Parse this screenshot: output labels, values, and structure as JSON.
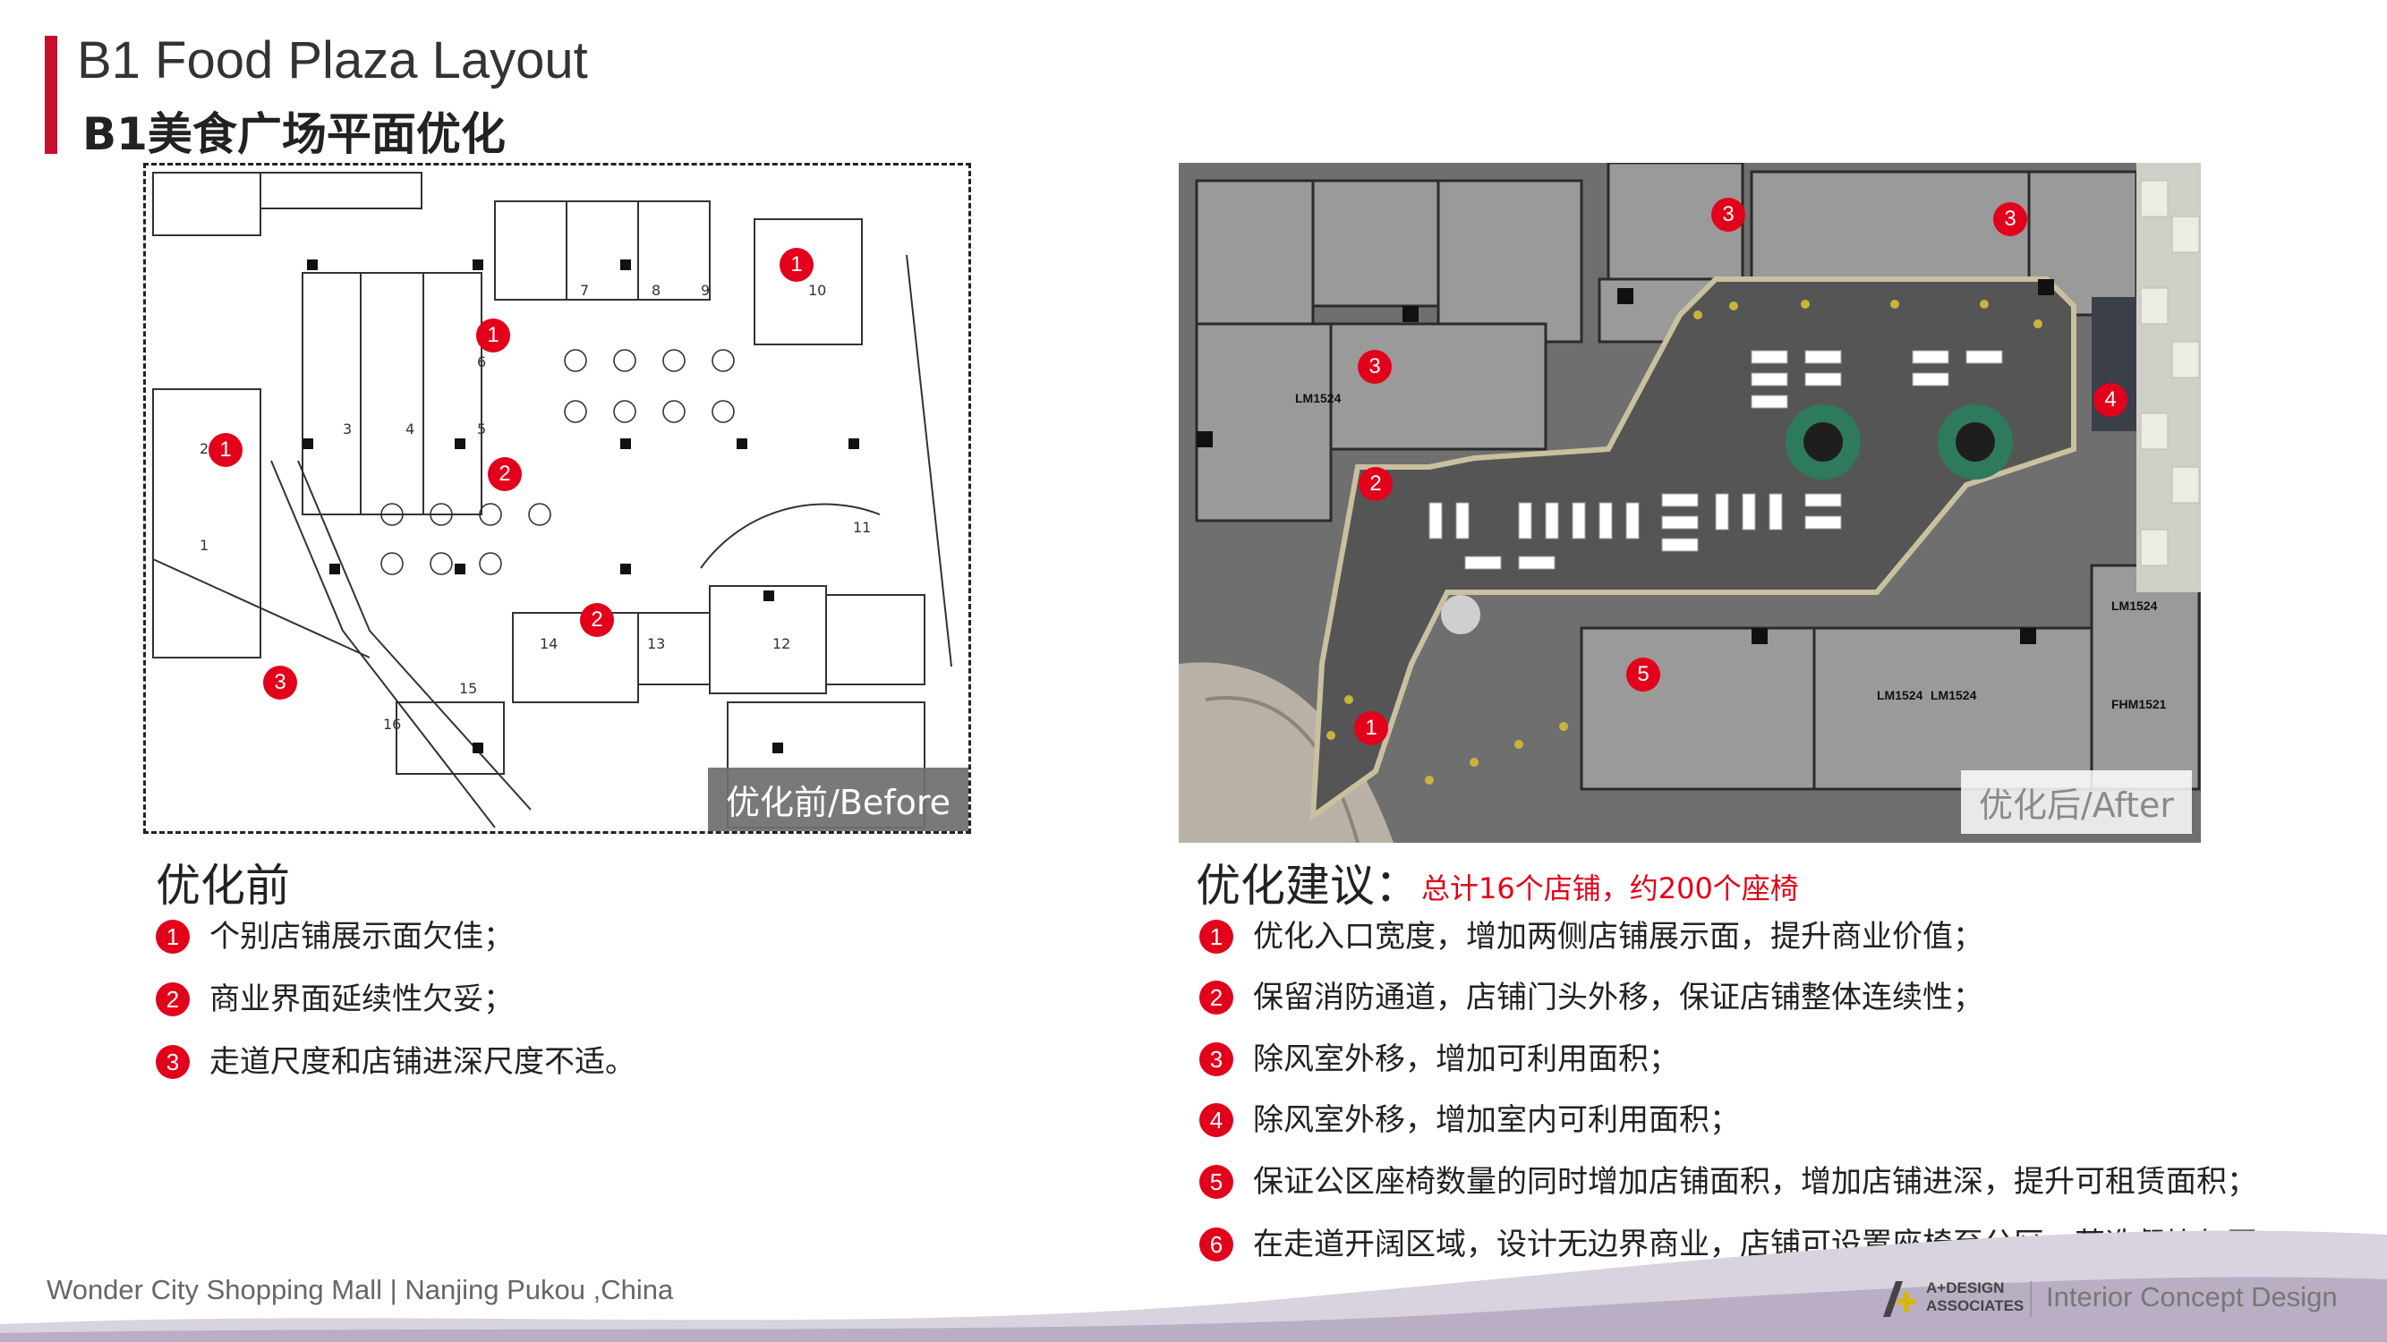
{
  "header": {
    "title_en": "B1 Food Plaza Layout",
    "title_zh": "B1美食广场平面优化"
  },
  "before_plan": {
    "label": "优化前/Before",
    "markers": [
      "1",
      "1",
      "1",
      "2",
      "2",
      "3"
    ],
    "room_numbers": [
      "1",
      "2",
      "3",
      "4",
      "5",
      "6",
      "7",
      "8",
      "9",
      "10",
      "11",
      "12",
      "13",
      "14",
      "15",
      "16"
    ]
  },
  "after_plan": {
    "label": "优化后/After",
    "markers": [
      "1",
      "2",
      "3",
      "3",
      "3",
      "4",
      "5"
    ],
    "room_tags": [
      "LM1524",
      "LM1524",
      "LM1524",
      "LM1524",
      "FHM1521"
    ]
  },
  "before_section": {
    "title": "优化前",
    "items": [
      {
        "num": "1",
        "text": "个别店铺展示面欠佳；"
      },
      {
        "num": "2",
        "text": "商业界面延续性欠妥；"
      },
      {
        "num": "3",
        "text": "走道尺度和店铺进深尺度不适。"
      }
    ]
  },
  "after_section": {
    "title": "优化建议：",
    "summary": "总计16个店铺，约200个座椅",
    "items": [
      {
        "num": "1",
        "text": "优化入口宽度，增加两侧店铺展示面，提升商业价值；"
      },
      {
        "num": "2",
        "text": "保留消防通道，店铺门头外移，保证店铺整体连续性；"
      },
      {
        "num": "3",
        "text": "除风室外移，增加可利用面积；"
      },
      {
        "num": "4",
        "text": "除风室外移，增加室内可利用面积；"
      },
      {
        "num": "5",
        "text": "保证公区座椅数量的同时增加店铺面积，增加店铺进深，提升可租赁面积；"
      },
      {
        "num": "6",
        "text": "在走道开阔区域，设计无边界商业，店铺可设置座椅至公区，营造餐饮氛围。"
      }
    ]
  },
  "footer": {
    "location": "Wonder City Shopping Mall | Nanjing Pukou ,China",
    "logo_line1": "A+DESIGN",
    "logo_line2": "ASSOCIATES",
    "tagline": "Interior Concept Design"
  },
  "colors": {
    "accent": "#c8102e",
    "marker": "#e2001a",
    "floor": "#6d6d6d",
    "wave": "#b9aec3"
  }
}
